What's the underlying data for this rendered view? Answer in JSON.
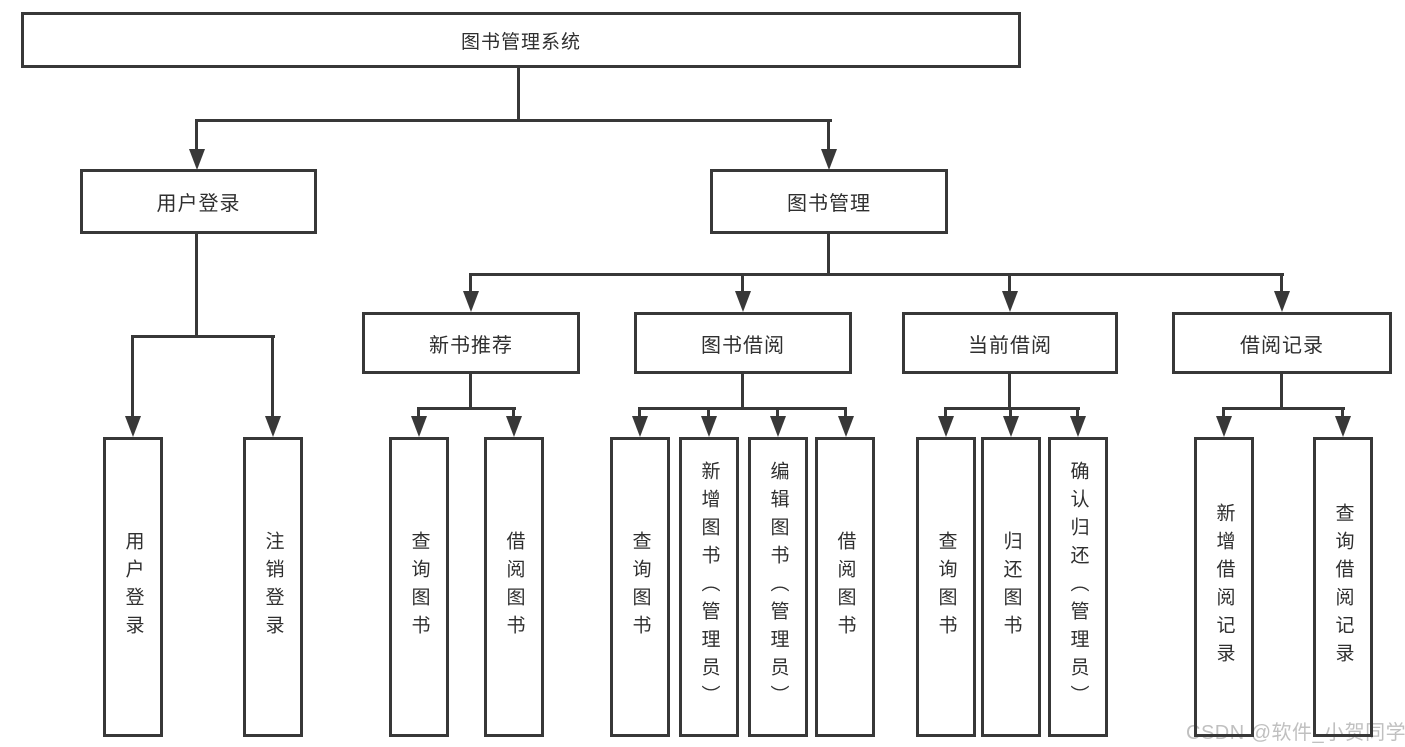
{
  "diagram": {
    "root": {
      "label": "图书管理系统"
    },
    "branches": [
      {
        "label": "用户登录",
        "children": [
          {
            "label": "用户登录"
          },
          {
            "label": "注销登录"
          }
        ]
      },
      {
        "label": "图书管理",
        "children": [
          {
            "label": "新书推荐",
            "children": [
              {
                "label": "查询图书"
              },
              {
                "label": "借阅图书"
              }
            ]
          },
          {
            "label": "图书借阅",
            "children": [
              {
                "label": "查询图书"
              },
              {
                "label": "新增图书（管理员）"
              },
              {
                "label": "编辑图书（管理员）"
              },
              {
                "label": "借阅图书"
              }
            ]
          },
          {
            "label": "当前借阅",
            "children": [
              {
                "label": "查询图书"
              },
              {
                "label": "归还图书"
              },
              {
                "label": "确认归还（管理员）"
              }
            ]
          },
          {
            "label": "借阅记录",
            "children": [
              {
                "label": "新增借阅记录"
              },
              {
                "label": "查询借阅记录"
              }
            ]
          }
        ]
      }
    ]
  },
  "colors": {
    "line": "#383838",
    "text": "#2f2f2f",
    "background": "#ffffff",
    "watermark": "#c0c0c0"
  },
  "watermark": {
    "text": "CSDN @软件_小贺同学"
  }
}
